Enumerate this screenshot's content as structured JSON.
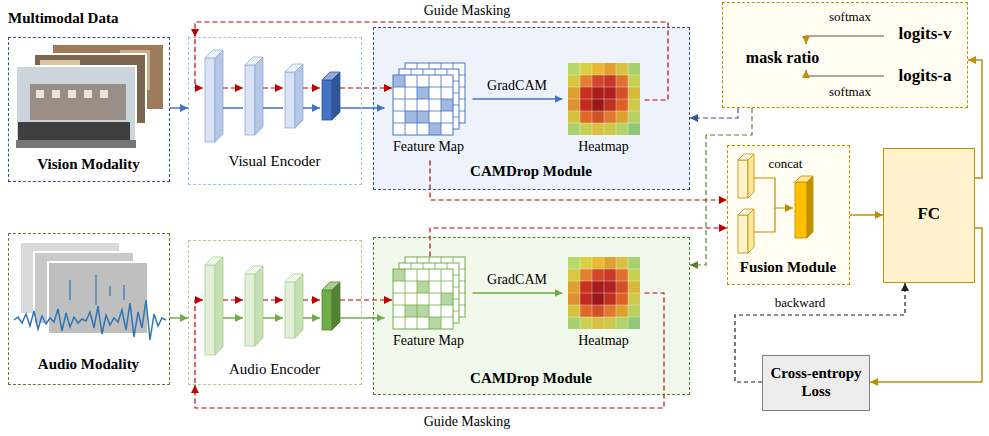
{
  "diagram": {
    "nodes": [
      {
        "text": [
          "Vision Modality"
        ]
      },
      {
        "text": [
          "Visual Encoder"
        ]
      },
      {
        "text": [
          "CAMDrop Module"
        ]
      },
      {
        "text": [
          "Feature Map"
        ],
        "in": 2
      },
      {
        "text": [
          "Heatmap"
        ],
        "in": 2
      },
      {
        "text": [
          "mask ratio",
          "logits-v",
          "logits-a"
        ]
      },
      {
        "text": [
          "concat",
          "Fusion Module"
        ]
      },
      {
        "text": [
          "FC"
        ]
      },
      {
        "text": [
          "Audio Modality"
        ]
      },
      {
        "text": [
          "Audio Encoder"
        ]
      },
      {
        "text": [
          "CAMDrop Module"
        ]
      },
      {
        "text": [
          "Feature Map"
        ],
        "in": 10
      },
      {
        "text": [
          "Heatmap"
        ],
        "in": 10
      },
      {
        "text": [
          "Cross-entropy Loss"
        ]
      }
    ],
    "edges": [
      {
        "from": 0,
        "to": 1,
        "arrow": "to"
      },
      {
        "from": 1,
        "to": 3,
        "arrow": "to"
      },
      {
        "from": 3,
        "to": 4,
        "label": "GradCAM",
        "arrow": "to"
      },
      {
        "from": 4,
        "to": 1,
        "label": "Guide Masking",
        "arrow": "to"
      },
      {
        "from": 5,
        "to": 2,
        "arrow": "to"
      },
      {
        "from": 5,
        "to": 10,
        "arrow": "to"
      },
      {
        "from": 3,
        "to": 6,
        "arrow": "to"
      },
      {
        "from": 11,
        "to": 6,
        "arrow": "to"
      },
      {
        "from": 6,
        "to": 7,
        "arrow": "to"
      },
      {
        "from": 7,
        "to": 5,
        "arrow": "to"
      },
      {
        "from": 7,
        "to": 13,
        "arrow": "to"
      },
      {
        "from": 13,
        "to": 7,
        "label": "backward",
        "arrow": "to"
      },
      {
        "from": 8,
        "to": 9,
        "arrow": "to"
      },
      {
        "from": 9,
        "to": 11,
        "arrow": "to"
      },
      {
        "from": 11,
        "to": 12,
        "label": "GradCAM",
        "arrow": "to"
      },
      {
        "from": 12,
        "to": 9,
        "label": "Guide Masking",
        "arrow": "to"
      }
    ],
    "labels": [
      "Multimodal Data",
      "softmax",
      "softmax"
    ]
  }
}
